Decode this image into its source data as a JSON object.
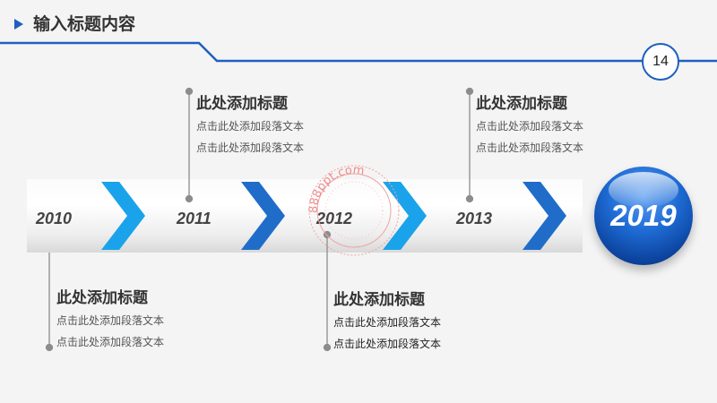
{
  "header": {
    "title": "输入标题内容",
    "page_number": "14",
    "accent_color": "#1f5fbf"
  },
  "timeline": {
    "years": [
      "2010",
      "2011",
      "2012",
      "2013"
    ],
    "final_year": "2019",
    "chevron_colors": [
      "#1aa3ea",
      "#1f6dc9",
      "#1aa3ea",
      "#1f6dc9"
    ]
  },
  "entries": [
    {
      "title": "此处添加标题",
      "lines": [
        "点击此处添加段落文本",
        "点击此处添加段落文本"
      ]
    },
    {
      "title": "此处添加标题",
      "lines": [
        "点击此处添加段落文本",
        "点击此处添加段落文本"
      ]
    },
    {
      "title": "此处添加标题",
      "lines": [
        "点击此处添加段落文本",
        "点击此处添加段落文本"
      ]
    },
    {
      "title": "此处添加标题",
      "lines": [
        "点击此处添加段落文本",
        "点击此处添加段落文本"
      ]
    }
  ],
  "watermark": {
    "text": "888ppt.com"
  }
}
